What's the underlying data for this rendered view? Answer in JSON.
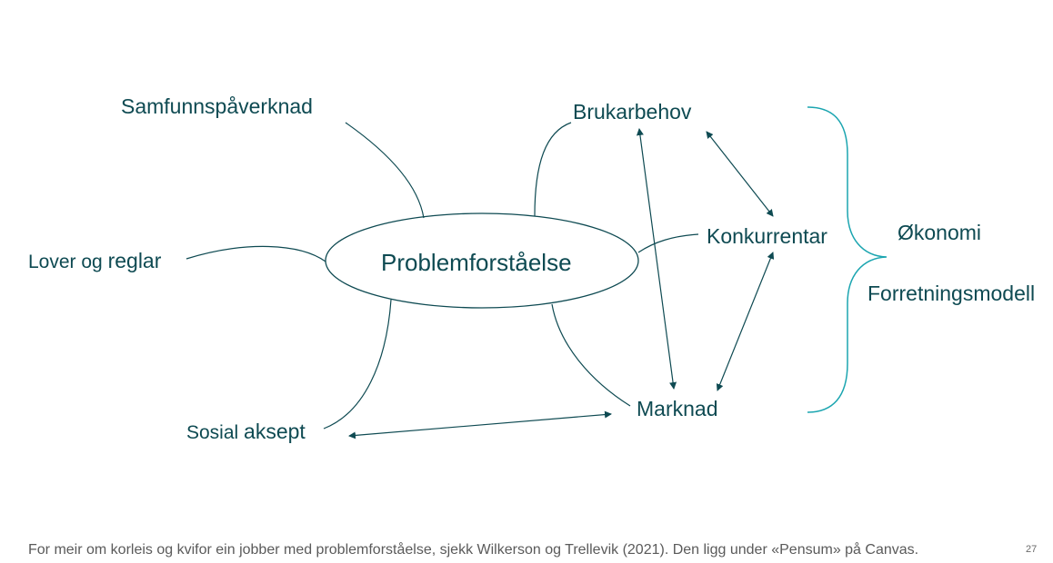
{
  "diagram": {
    "center": "Problemforståelse",
    "nodes": {
      "samfunn": "Samfunnspåverknad",
      "lover_a": "Lover og",
      "lover_b": "reglar",
      "sosial_a": "Sosial",
      "sosial_b": "aksept",
      "brukar": "Brukarbehov",
      "konkurrentar": "Konkurrentar",
      "marknad": "Marknad"
    },
    "bracket_labels": [
      "Økonomi",
      "Forretningsmodell"
    ],
    "colors": {
      "text": "#0e4a52",
      "lines": "#0e4a52",
      "bracket": "#1ba5b0"
    }
  },
  "footer": {
    "note": "For meir om korleis og kvifor ein jobber med problemforståelse, sjekk Wilkerson og Trellevik (2021). Den ligg under «Pensum» på Canvas.",
    "page_number": "27"
  }
}
